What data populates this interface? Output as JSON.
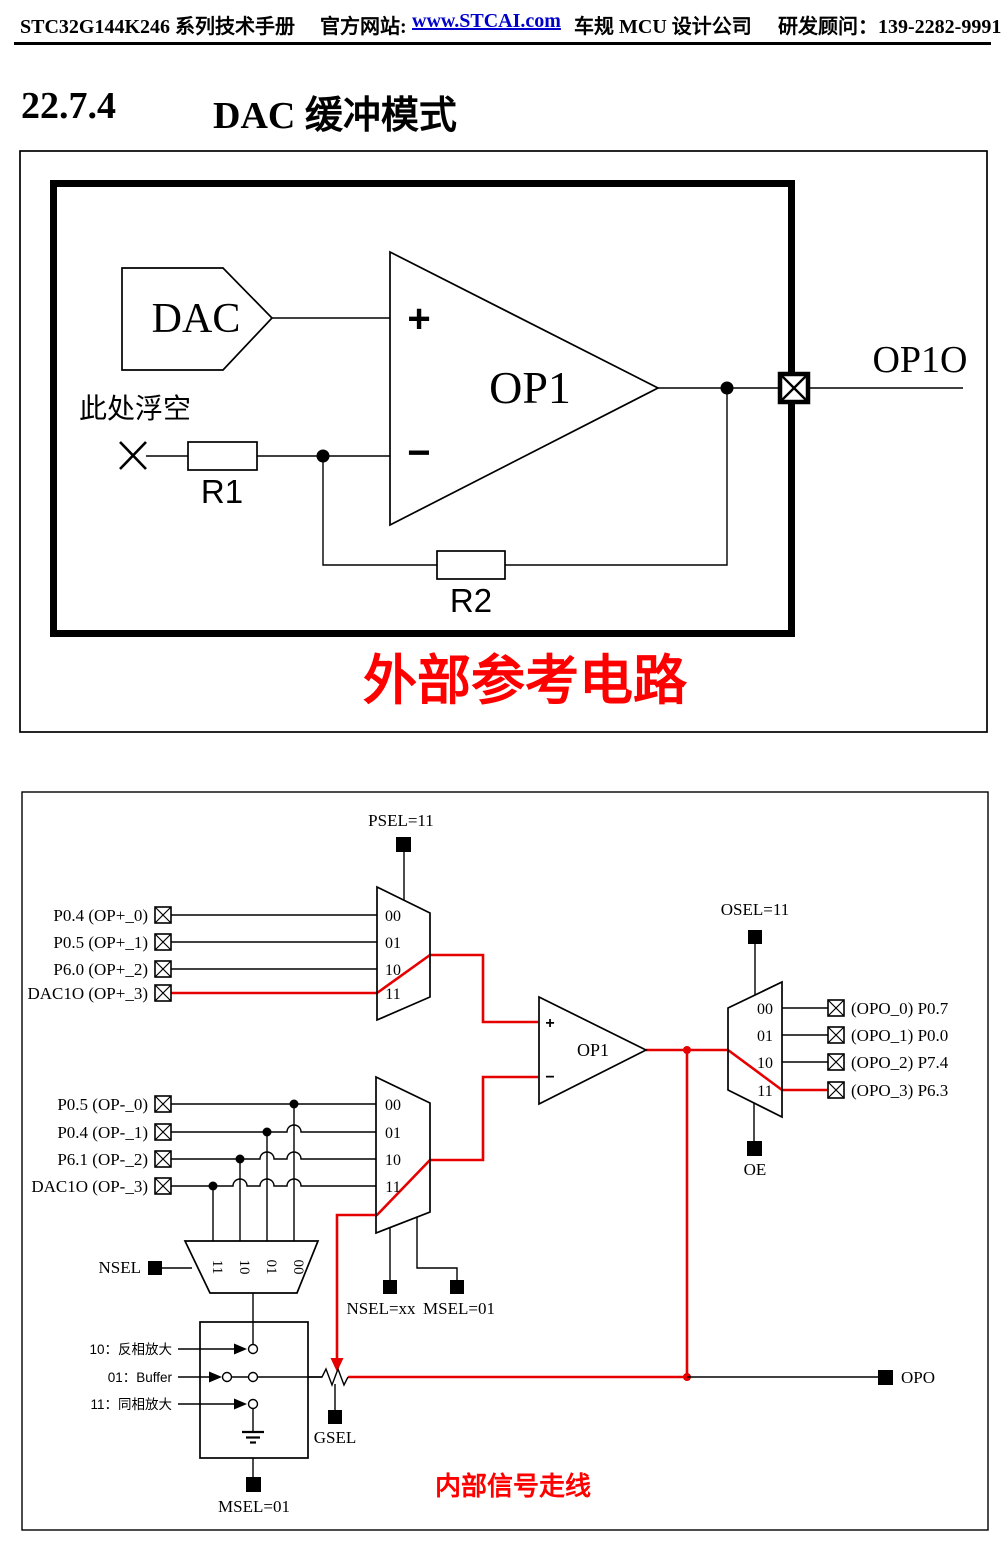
{
  "header": {
    "title": "STC32G144K246 系列技术手册",
    "site_label": "官方网站:",
    "site_url": "www.STCAI.com",
    "company": "车规 MCU 设计公司",
    "contact": "研发顾问：139-2282-9991",
    "link_color": "#0000CC"
  },
  "section": {
    "number": "22.7.4",
    "title": "DAC 缓冲模式"
  },
  "external_circuit": {
    "dac": "DAC",
    "opamp": "OP1",
    "plus": "+",
    "minus": "−",
    "float_note": "此处浮空",
    "r1": "R1",
    "r2": "R2",
    "output_pin": "OP1O",
    "caption": "外部参考电路",
    "caption_color": "#FF0000"
  },
  "internal_routing": {
    "psel": "PSEL=11",
    "pos_mux_sel": [
      "00",
      "01",
      "10",
      "11"
    ],
    "pos_inputs": [
      "P0.4 (OP+_0)",
      "P0.5 (OP+_1)",
      "P6.0 (OP+_2)",
      "DAC1O (OP+_3)"
    ],
    "neg_mux_sel": [
      "00",
      "01",
      "10",
      "11"
    ],
    "neg_inputs": [
      "P0.5 (OP-_0)",
      "P0.4 (OP-_1)",
      "P6.1 (OP-_2)",
      "DAC1O (OP-_3)"
    ],
    "nsel_mux_sel": [
      "11",
      "10",
      "01",
      "00"
    ],
    "nsel": "NSEL",
    "opamp": "OP1",
    "plus": "+",
    "minus": "−",
    "osel": "OSEL=11",
    "out_mux_sel": [
      "00",
      "01",
      "10",
      "11"
    ],
    "outputs": [
      "(OPO_0) P0.7",
      "(OPO_1) P0.0",
      "(OPO_2) P7.4",
      "(OPO_3) P6.3"
    ],
    "oe": "OE",
    "nsel_xx": "NSEL=xx",
    "msel_01": "MSEL=01",
    "mode_rows": [
      "10：反相放大",
      "01：Buffer",
      "11：同相放大"
    ],
    "msel_bottom": "MSEL=01",
    "gsel": "GSEL",
    "opo": "OPO",
    "caption": "内部信号走线",
    "highlight_color": "#E60000"
  }
}
